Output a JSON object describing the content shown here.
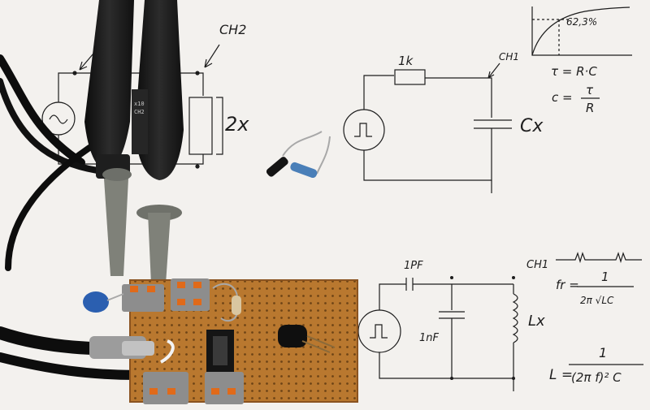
{
  "labels": {
    "ch2": "CH2",
    "ch1_top": "CH1",
    "ch1_bottom": "CH1",
    "times_two": "2x",
    "resistor_value": "1k",
    "cap_unknown": "Cx",
    "inductor_unknown": "Lx",
    "cap_pf": "1PF",
    "cap_nf": "1nF",
    "percent": "62,3%",
    "tau": "τ = R·C",
    "c_eq_lhs": "c =",
    "c_eq_num": "τ",
    "c_eq_den": "R",
    "fr_lhs": "fr =",
    "fr_num": "1",
    "fr_den": "2π √LC",
    "l_lhs": "L =",
    "l_num": "1",
    "l_den": "(2π f)² C",
    "probe_text_a": "x10",
    "probe_text_b": "CH2"
  },
  "colors": {
    "paper": "#f3f1ee",
    "ink": "#1d1d1d",
    "board": "#b9782f",
    "probe": "#1a1a1a",
    "probe_tip": "#7f8179",
    "terminal": "#8d8d8d",
    "lever": "#e06a1a",
    "cap_blue": "#2b5fb0"
  }
}
